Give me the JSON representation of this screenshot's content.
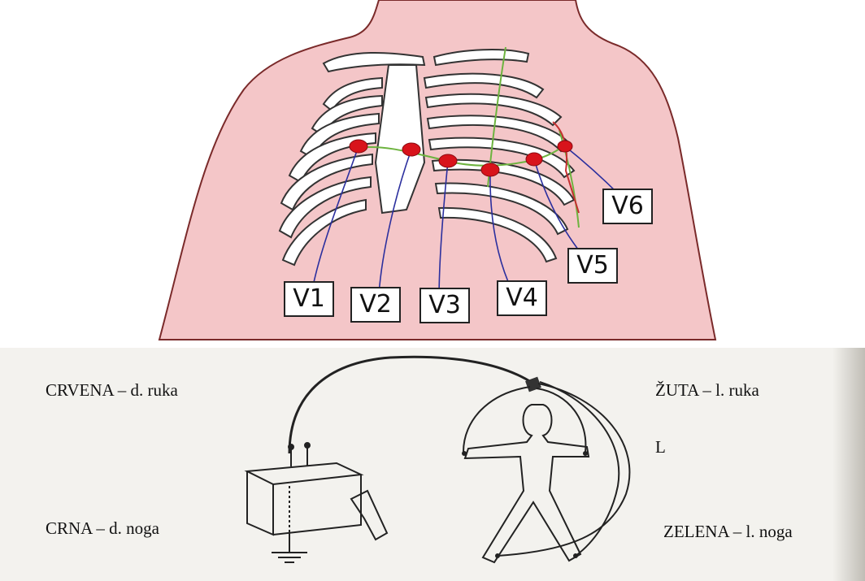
{
  "chest_leads": [
    "V1",
    "V2",
    "V3",
    "V4",
    "V5",
    "V6"
  ],
  "limb_leads": {
    "right_arm": "CRVENA – d. ruka",
    "left_arm": "ŽUTA – l. ruka",
    "right_leg": "CRNA – d. noga",
    "left_leg": "ZELENA – l. noga",
    "marker": "L"
  },
  "colors": {
    "skin": "#f4c6c8",
    "skin_outline": "#7a2a2a",
    "electrode": "#d8131b",
    "wire": "#2b2f9e",
    "guide_line": "#6db33f",
    "bone": "#ffffff"
  },
  "icons": [
    "electrode-dot",
    "ground-symbol",
    "ecg-machine",
    "human-figure"
  ]
}
